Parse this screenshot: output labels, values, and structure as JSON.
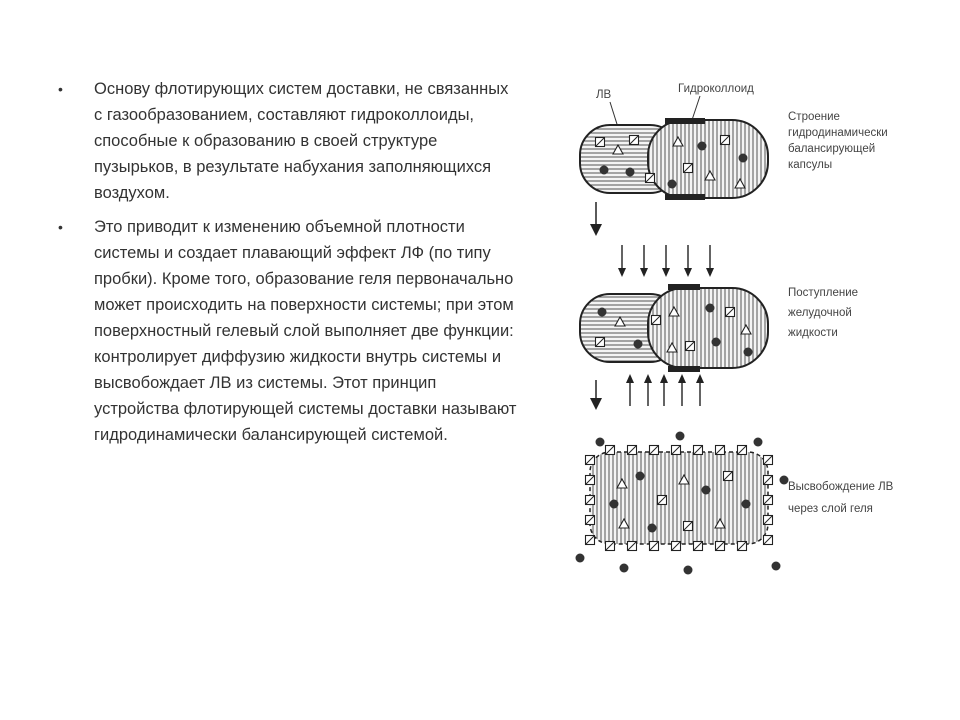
{
  "bullets": [
    "Основу флотирующих систем доставки, не связанных с газообразованием, составляют гидроколлоиды, способные к образованию в своей структуре пузырьков, в результате набухания заполняющихся воздухом.",
    "Это приводит к изменению объемной плотности системы и создает плавающий эффект ЛФ (по типу пробки). Кроме того, образование геля первоначально может происходить на поверхности системы; при этом поверхностный гелевый слой выполняет две функции: контролирует диффузию жидкости внутрь системы и высвобождает ЛВ из системы. Этот принцип устройства флотирующей системы доставки называют гидродинамически балансирующей системой."
  ],
  "figure": {
    "label_lv": "ЛВ",
    "label_hydrocolloid": "Гидроколлоид",
    "caption_1": [
      "Строение",
      "гидродинамически",
      "балансирующей",
      "капсулы"
    ],
    "caption_2": [
      "Поступление",
      "желудочной",
      "жидкости"
    ],
    "caption_3": [
      "Высвобождение ЛВ",
      "через слой геля"
    ]
  }
}
